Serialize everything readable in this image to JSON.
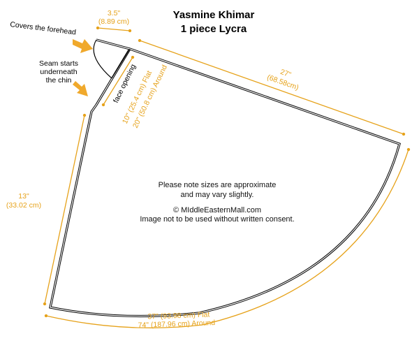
{
  "title": {
    "line1": "Yasmine Khimar",
    "line2": "1 piece Lycra"
  },
  "callouts": {
    "forehead": "Covers the forehead",
    "seam_line1": "Seam starts",
    "seam_line2": "underneath",
    "seam_line3": "the chin",
    "face_opening": "face opening"
  },
  "dimensions": {
    "top_in": "3.5\"",
    "top_cm": "(8.89 cm)",
    "long_in": "27\"",
    "long_cm": "(68.58cm)",
    "face_flat": "10\" (25.4 cm) Flat",
    "face_around": "20\" (50.8 cm) Around",
    "left_in": "13\"",
    "left_cm": "(33.02 cm)",
    "bottom_flat": "37\" (93.98 cm) Flat",
    "bottom_around": "74\" (187.96 cm) Around"
  },
  "notes": {
    "line1": "Please note sizes are approximate",
    "line2": "and may vary slightly.",
    "line3": "© MIddleEasternMall.com",
    "line4": "Image not to be used without written consent."
  },
  "colors": {
    "dimension": "#e6a21a",
    "arrow": "#f0a92c",
    "outline": "#000000"
  }
}
